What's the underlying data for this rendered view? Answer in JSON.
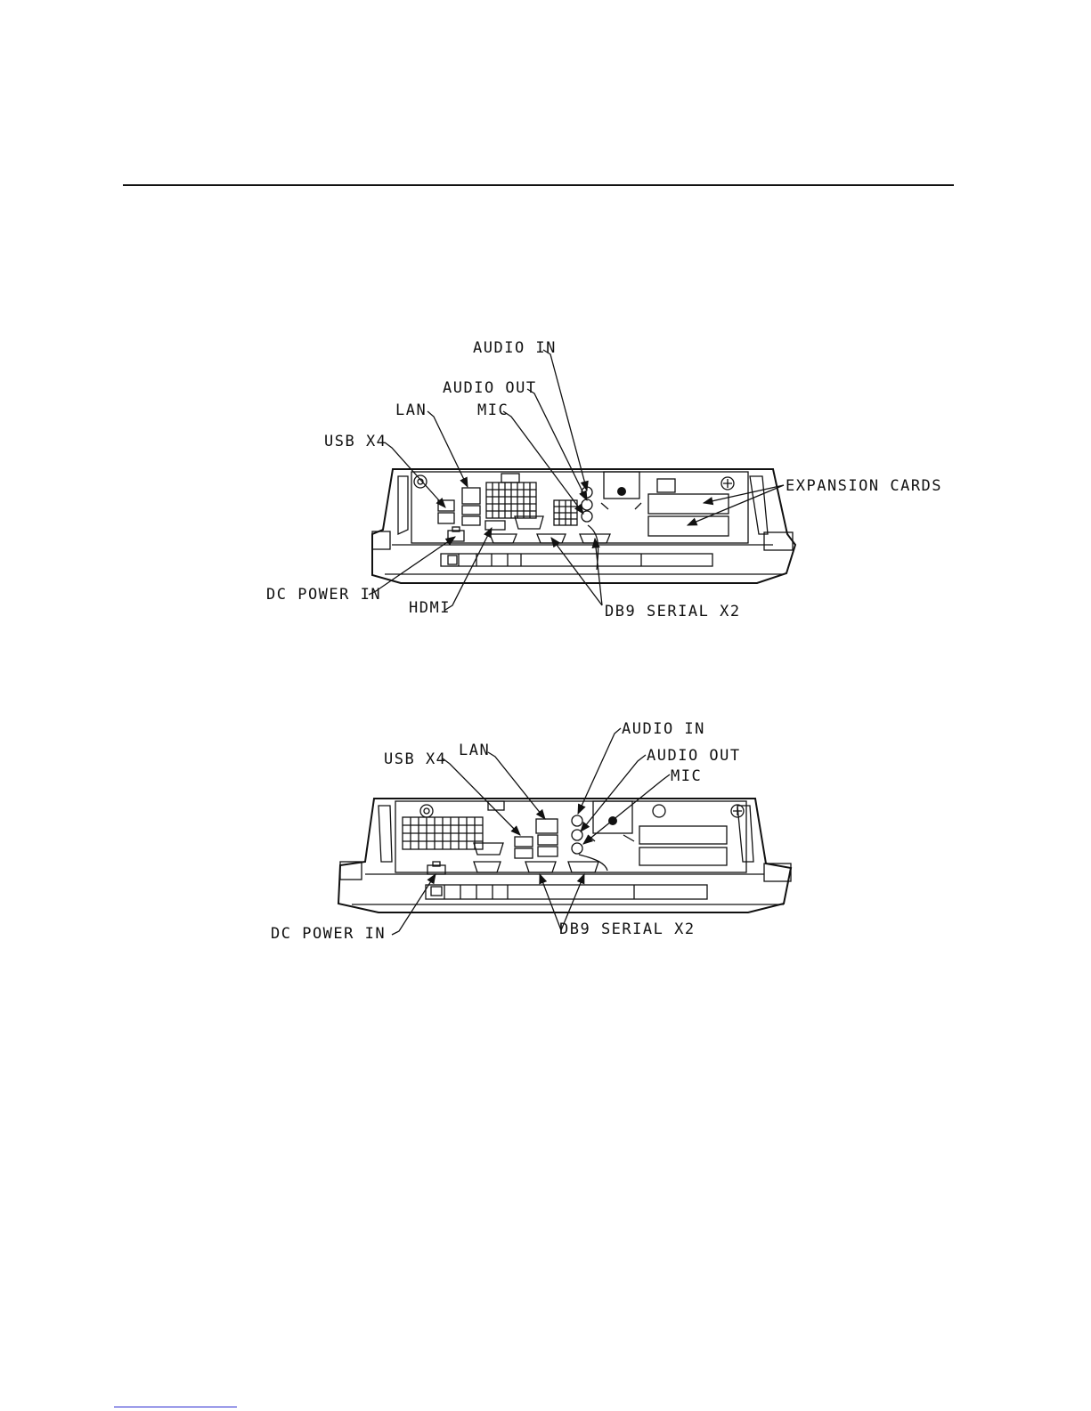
{
  "figures": [
    {
      "id": "top",
      "labels": {
        "audio_in": "AUDIO IN",
        "audio_out": "AUDIO OUT",
        "lan": "LAN",
        "mic": "MIC",
        "usb": "USB X4",
        "expansion": "EXPANSION CARDS",
        "dc_power": "DC POWER IN",
        "hdmi": "HDMI",
        "db9": "DB9 SERIAL X2"
      }
    },
    {
      "id": "bottom",
      "labels": {
        "audio_in": "AUDIO IN",
        "audio_out": "AUDIO OUT",
        "mic": "MIC",
        "usb": "USB X4",
        "lan": "LAN",
        "dc_power": "DC POWER IN",
        "db9": "DB9 SERIAL X2"
      }
    }
  ]
}
